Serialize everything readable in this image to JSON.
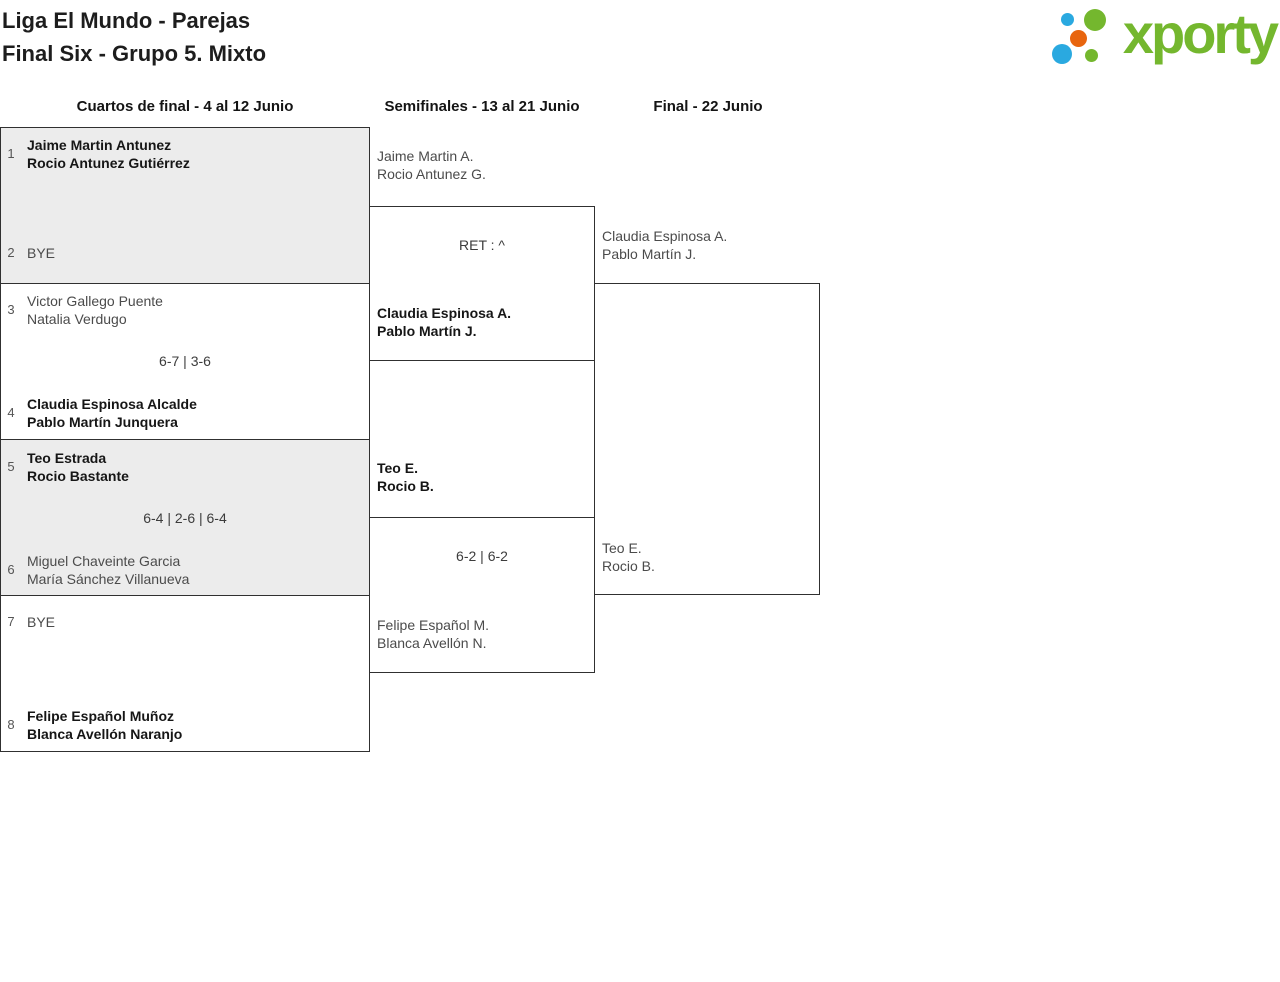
{
  "header": {
    "title_line1": "Liga El Mundo - Parejas",
    "title_line2": "Final Six - Grupo 5. Mixto",
    "logo_text": "xporty"
  },
  "colors": {
    "brand_green": "#74b72e",
    "brand_blue": "#2aa9e0",
    "brand_orange": "#e8650e",
    "box_gray_bg": "#ececec",
    "box_border": "#303030"
  },
  "rounds": [
    {
      "label": "Cuartos de final - 4 al 12 Junio"
    },
    {
      "label": "Semifinales - 13 al 21 Junio"
    },
    {
      "label": "Final - 22 Junio"
    }
  ],
  "bracket": {
    "qf": [
      {
        "seed1": "1",
        "team1": {
          "p1": "Jaime Martin Antunez",
          "p2": "Rocio Antunez Gutiérrez"
        },
        "seed2": "2",
        "team2_bye": "BYE"
      },
      {
        "seed1": "3",
        "team1": {
          "p1": "Victor Gallego Puente",
          "p2": "Natalia Verdugo"
        },
        "score": "6-7 | 3-6",
        "seed2": "4",
        "team2": {
          "p1": "Claudia Espinosa Alcalde",
          "p2": "Pablo Martín Junquera"
        }
      },
      {
        "seed1": "5",
        "team1": {
          "p1": "Teo Estrada",
          "p2": "Rocio Bastante"
        },
        "score": "6-4 | 2-6 | 6-4",
        "seed2": "6",
        "team2": {
          "p1": "Miguel Chaveinte Garcia",
          "p2": "María Sánchez Villanueva"
        }
      },
      {
        "seed1": "7",
        "team1_bye": "BYE",
        "seed2": "8",
        "team2": {
          "p1": "Felipe Español Muñoz",
          "p2": "Blanca Avellón Naranjo"
        }
      }
    ],
    "sf": [
      {
        "team1": {
          "p1": "Jaime Martin A.",
          "p2": "Rocio Antunez G."
        },
        "score": "RET : ^",
        "team2": {
          "p1": "Claudia Espinosa A.",
          "p2": "Pablo Martín J."
        }
      },
      {
        "team1": {
          "p1": "Teo E.",
          "p2": "Rocio B."
        },
        "score": "6-2 | 6-2",
        "team2": {
          "p1": "Felipe Español M.",
          "p2": "Blanca Avellón N."
        }
      }
    ],
    "final": {
      "team1": {
        "p1": "Claudia Espinosa A.",
        "p2": "Pablo Martín J."
      },
      "team2": {
        "p1": "Teo E.",
        "p2": "Rocio B."
      }
    }
  }
}
